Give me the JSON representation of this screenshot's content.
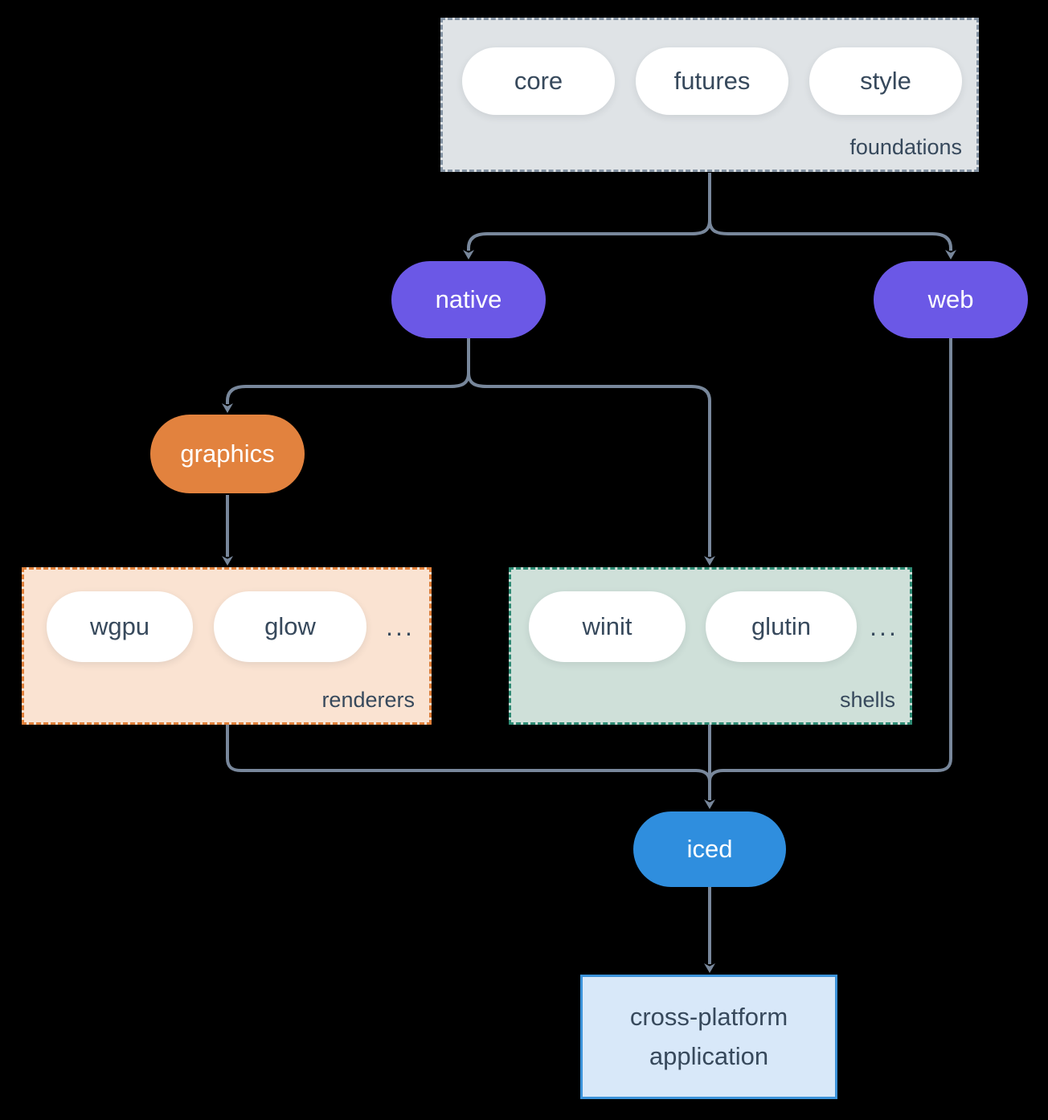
{
  "diagram": {
    "title_semantic": "iced ecosystem architecture",
    "groups": {
      "foundations": {
        "label": "foundations",
        "items": [
          "core",
          "futures",
          "style"
        ],
        "fill": "#dfe3e6",
        "border": "#8493a3"
      },
      "renderers": {
        "label": "renderers",
        "items": [
          "wgpu",
          "glow"
        ],
        "ellipsis": "...",
        "fill": "#fae3d2",
        "border": "#e0803a"
      },
      "shells": {
        "label": "shells",
        "items": [
          "winit",
          "glutin"
        ],
        "ellipsis": "...",
        "fill": "#cfe0d9",
        "border": "#2e8b74"
      }
    },
    "nodes": {
      "native": {
        "label": "native",
        "fill": "#6b58e6",
        "text_color": "#ffffff"
      },
      "web": {
        "label": "web",
        "fill": "#6b58e6",
        "text_color": "#ffffff"
      },
      "graphics": {
        "label": "graphics",
        "fill": "#e2823e",
        "text_color": "#ffffff"
      },
      "iced": {
        "label": "iced",
        "fill": "#2f8ede",
        "text_color": "#ffffff"
      },
      "application": {
        "label": "cross-platform application",
        "fill": "#d8e8f9",
        "border": "#3c93da",
        "text_color": "#37495c"
      }
    },
    "colors": {
      "background": "#000000",
      "arrow": "#78879b",
      "dark_text": "#37495c",
      "pill_background": "#ffffff"
    }
  }
}
